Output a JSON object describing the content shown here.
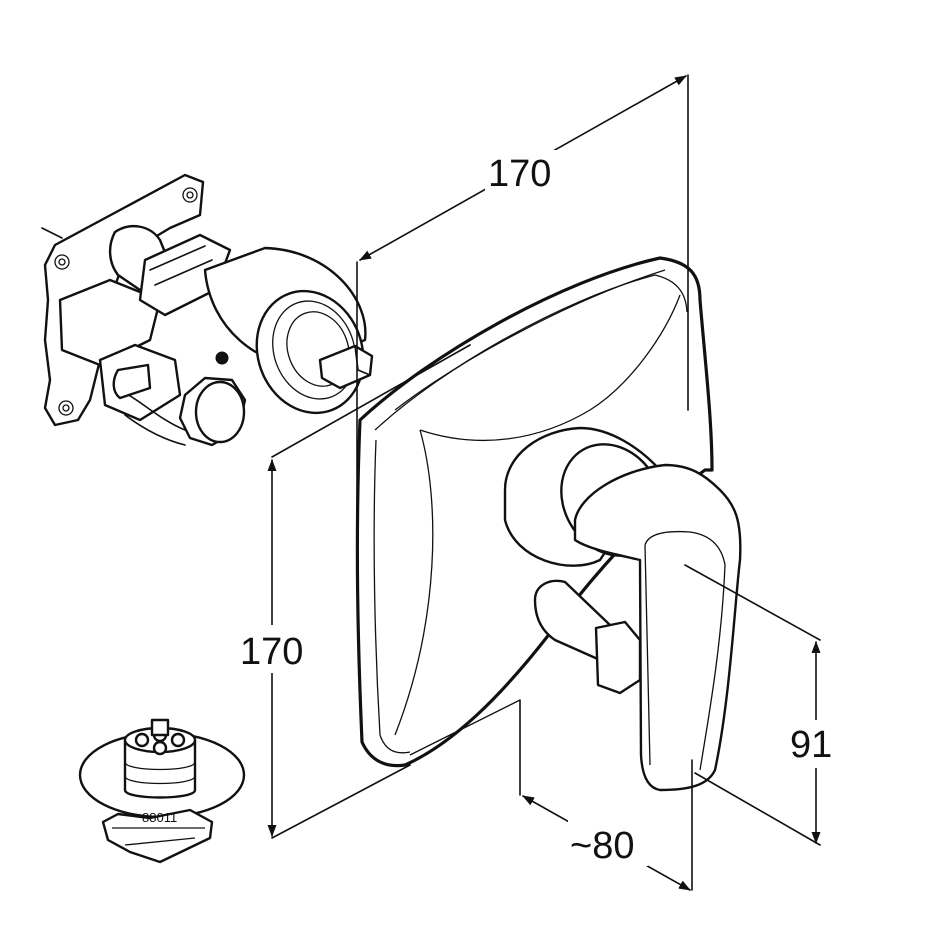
{
  "dimensions": {
    "width": "170",
    "height": "170",
    "depth": "~80",
    "lever_height": "91"
  },
  "parts": {
    "accessory_label": "88011"
  }
}
